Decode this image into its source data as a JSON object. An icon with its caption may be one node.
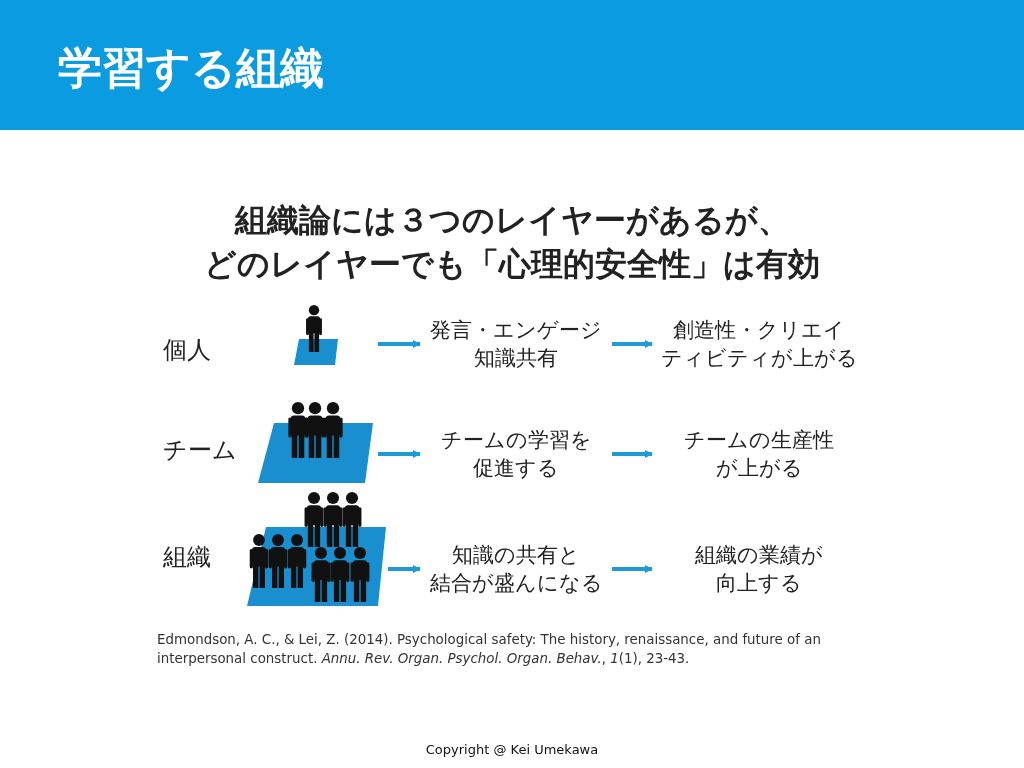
{
  "diagram": {
    "title": "学習する組織",
    "nodes": [
      {
        "text": [],
        "shape": "picture"
      },
      {
        "text": [
          "発言・エンゲージ知識共有"
        ]
      },
      {
        "text": [
          "創造性・クリエイティビティが上がる"
        ]
      },
      {
        "text": [],
        "shape": "picture"
      },
      {
        "text": [
          "チームの学習を促進する"
        ]
      },
      {
        "text": [
          "チームの生産性が上がる"
        ]
      },
      {
        "text": [],
        "shape": "picture"
      },
      {
        "text": [
          "知識の共有と結合が盛んになる"
        ]
      },
      {
        "text": [
          "組織の業績が向上する"
        ]
      }
    ],
    "edges": [
      {
        "from": 0,
        "to": 1,
        "arrow": "to"
      },
      {
        "from": 1,
        "to": 2,
        "arrow": "to"
      },
      {
        "from": 3,
        "to": 4,
        "arrow": "to"
      },
      {
        "from": 4,
        "to": 5,
        "arrow": "to"
      },
      {
        "from": 6,
        "to": 7,
        "arrow": "to"
      },
      {
        "from": 7,
        "to": 8,
        "arrow": "to"
      }
    ],
    "labels": [
      "組織論には３つのレイヤーがあるが、どのレイヤーでも「心理的安全性」は有効",
      "個人",
      "チーム",
      "組織",
      "Edmondson, A. C., & Lei, Z. (2014). Psychological safety: The history, renaissance, and future of an interpersonal construct. *Annu. Rev. Organ. Psychol. Organ. Behav.*, *1*(1), 23-43.",
      "Copyright @ Kei Umekawa"
    ]
  }
}
